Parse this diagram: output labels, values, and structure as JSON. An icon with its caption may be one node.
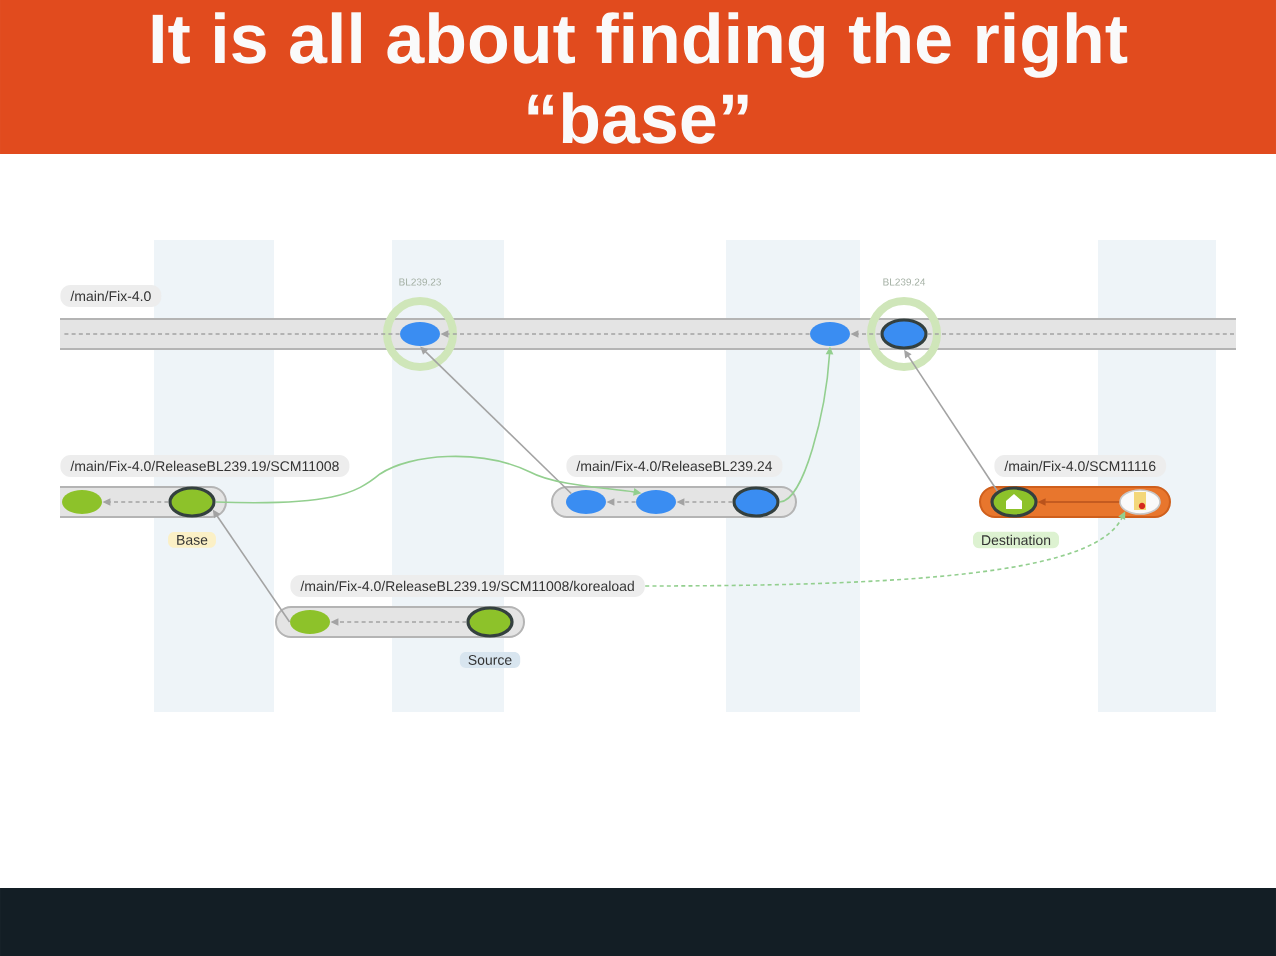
{
  "diagram": {
    "title": "It is all about finding the right “base”",
    "nodes": [
      {
        "text": [
          "/main/Fix-4.0"
        ]
      },
      {
        "text": [],
        "shape": "ellipse",
        "in": 0,
        "beside": [
          "BL239.23"
        ]
      },
      {
        "text": [],
        "shape": "ellipse",
        "in": 0
      },
      {
        "text": [],
        "shape": "ellipse",
        "in": 0,
        "beside": [
          "BL239.24"
        ]
      },
      {
        "text": [
          "/main/Fix-4.0/ReleaseBL239.19/SCM11008"
        ]
      },
      {
        "text": [],
        "shape": "ellipse",
        "in": 4
      },
      {
        "text": [],
        "shape": "ellipse",
        "in": 4,
        "beside": [
          "Base"
        ]
      },
      {
        "text": [
          "/main/Fix-4.0/ReleaseBL239.24"
        ]
      },
      {
        "text": [],
        "shape": "ellipse",
        "in": 7
      },
      {
        "text": [],
        "shape": "ellipse",
        "in": 7
      },
      {
        "text": [],
        "shape": "ellipse",
        "in": 7
      },
      {
        "text": [
          "/main/Fix-4.0/SCM11116"
        ]
      },
      {
        "text": [],
        "shape": "ellipse",
        "in": 11,
        "beside": [
          "Destination"
        ]
      },
      {
        "text": [],
        "shape": "ellipse",
        "in": 11
      },
      {
        "text": [
          "/main/Fix-4.0/ReleaseBL239.19/SCM11008/koreaload"
        ]
      },
      {
        "text": [],
        "shape": "ellipse",
        "in": 14
      },
      {
        "text": [],
        "shape": "ellipse",
        "in": 14,
        "beside": [
          "Source"
        ]
      }
    ],
    "edges": [
      {
        "from": 2,
        "to": 1,
        "arrow": "to",
        "style": "dashed"
      },
      {
        "from": 3,
        "to": 2,
        "arrow": "to",
        "style": "dashed"
      },
      {
        "from": 6,
        "to": 5,
        "arrow": "to",
        "style": "dashed"
      },
      {
        "from": 8,
        "to": 1,
        "arrow": "to"
      },
      {
        "from": 9,
        "to": 8,
        "arrow": "to",
        "style": "dashed"
      },
      {
        "from": 10,
        "to": 9,
        "arrow": "to",
        "style": "dashed"
      },
      {
        "from": 6,
        "to": 9,
        "arrow": "to",
        "color": "#93cf8f"
      },
      {
        "from": 10,
        "to": 2,
        "arrow": "to",
        "color": "#93cf8f"
      },
      {
        "from": 12,
        "to": 3,
        "arrow": "to"
      },
      {
        "from": 13,
        "to": 12,
        "arrow": "to",
        "color": "#b9531c"
      },
      {
        "from": 15,
        "to": 6,
        "arrow": "to"
      },
      {
        "from": 16,
        "to": 15,
        "arrow": "to",
        "style": "dashed"
      },
      {
        "from": 14,
        "to": 13,
        "arrow": "to",
        "style": "dashed",
        "color": "#93cf8f"
      },
      {
        "from": 1,
        "to": null,
        "arrow": "none",
        "style": "dashed"
      },
      {
        "from": null,
        "to": 3,
        "arrow": "none",
        "style": "dashed"
      }
    ]
  }
}
